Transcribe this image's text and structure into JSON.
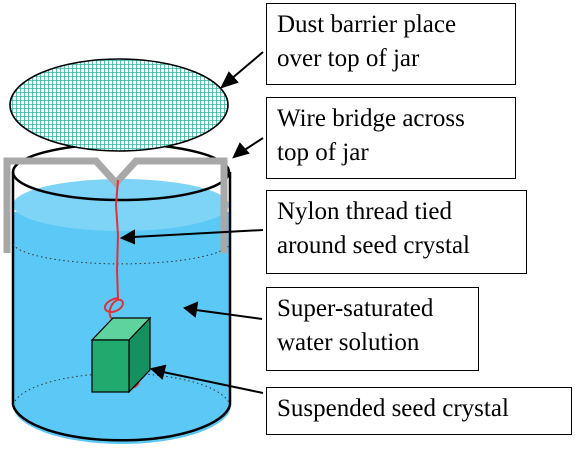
{
  "labels": {
    "dust_barrier": {
      "line1": "Dust barrier place",
      "line2": "over top of jar"
    },
    "wire_bridge": {
      "line1": "Wire bridge across",
      "line2": "top of jar"
    },
    "nylon_thread": {
      "line1": "Nylon thread tied",
      "line2": "around seed crystal"
    },
    "solution": {
      "line1": "Super-saturated",
      "line2": "water solution"
    },
    "seed_crystal": {
      "line1": "Suspended seed crystal"
    }
  },
  "colors": {
    "water": "#5cc8f5",
    "water_top": "#7dd4f7",
    "barrier": "#2fb6a0",
    "wire": "#a8a8a8",
    "thread": "#e0303a",
    "crystal": "#22aa6e",
    "outline": "#000000"
  }
}
